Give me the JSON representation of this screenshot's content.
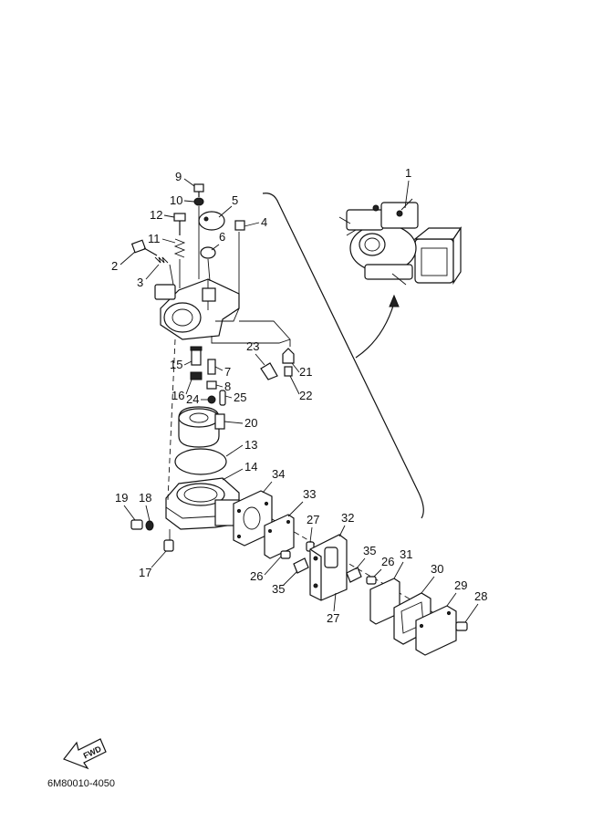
{
  "callouts": [
    "1",
    "2",
    "3",
    "4",
    "5",
    "6",
    "7",
    "8",
    "9",
    "10",
    "11",
    "12",
    "13",
    "14",
    "15",
    "16",
    "17",
    "18",
    "19",
    "20",
    "21",
    "22",
    "23",
    "24",
    "25",
    "26",
    "26",
    "27",
    "27",
    "28",
    "29",
    "30",
    "31",
    "32",
    "33",
    "34",
    "35",
    "35"
  ],
  "arrow_label": "FWD",
  "diagram_code": "6M80010-4050"
}
